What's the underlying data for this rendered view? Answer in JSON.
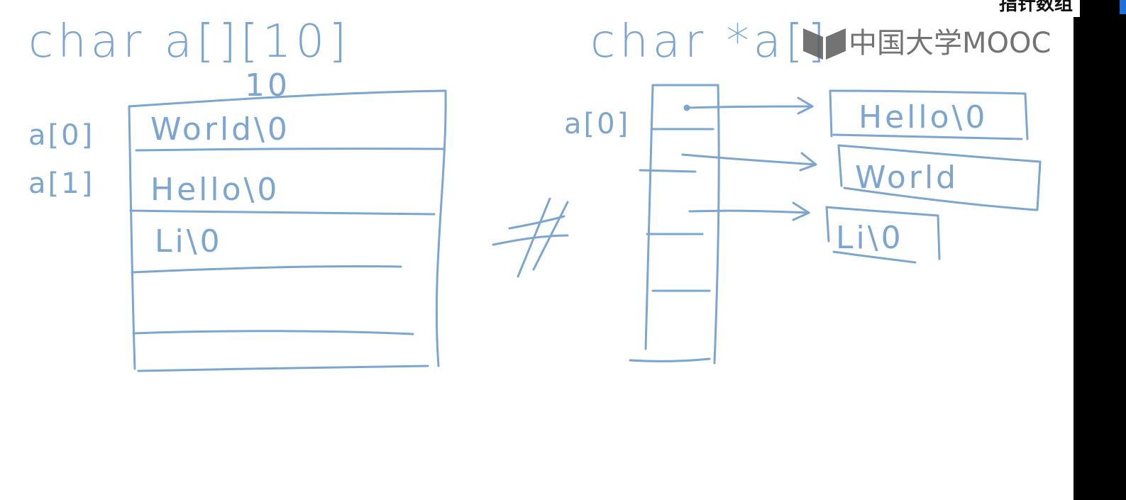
{
  "header": {
    "title": "指针数组"
  },
  "watermark": {
    "text": "中国大学MOOC",
    "icon": "mooc-book-icon"
  },
  "left": {
    "declaration": "char a[][10]",
    "width_label": "10",
    "row_labels": [
      "a[0]",
      "a[1]"
    ],
    "rows": [
      "World\\0",
      "Hello\\0",
      "Li\\0"
    ]
  },
  "middle": {
    "symbol": "≠"
  },
  "right": {
    "declaration": "char *a[]",
    "pointer_label": "a[0]",
    "strings": [
      "Hello\\0",
      "World",
      "Li\\0"
    ]
  },
  "colors": {
    "ink": "#7ca6cf",
    "watermark": "#5b5b5b",
    "sidebar": "#000000",
    "accent": "#1f6fdc"
  }
}
